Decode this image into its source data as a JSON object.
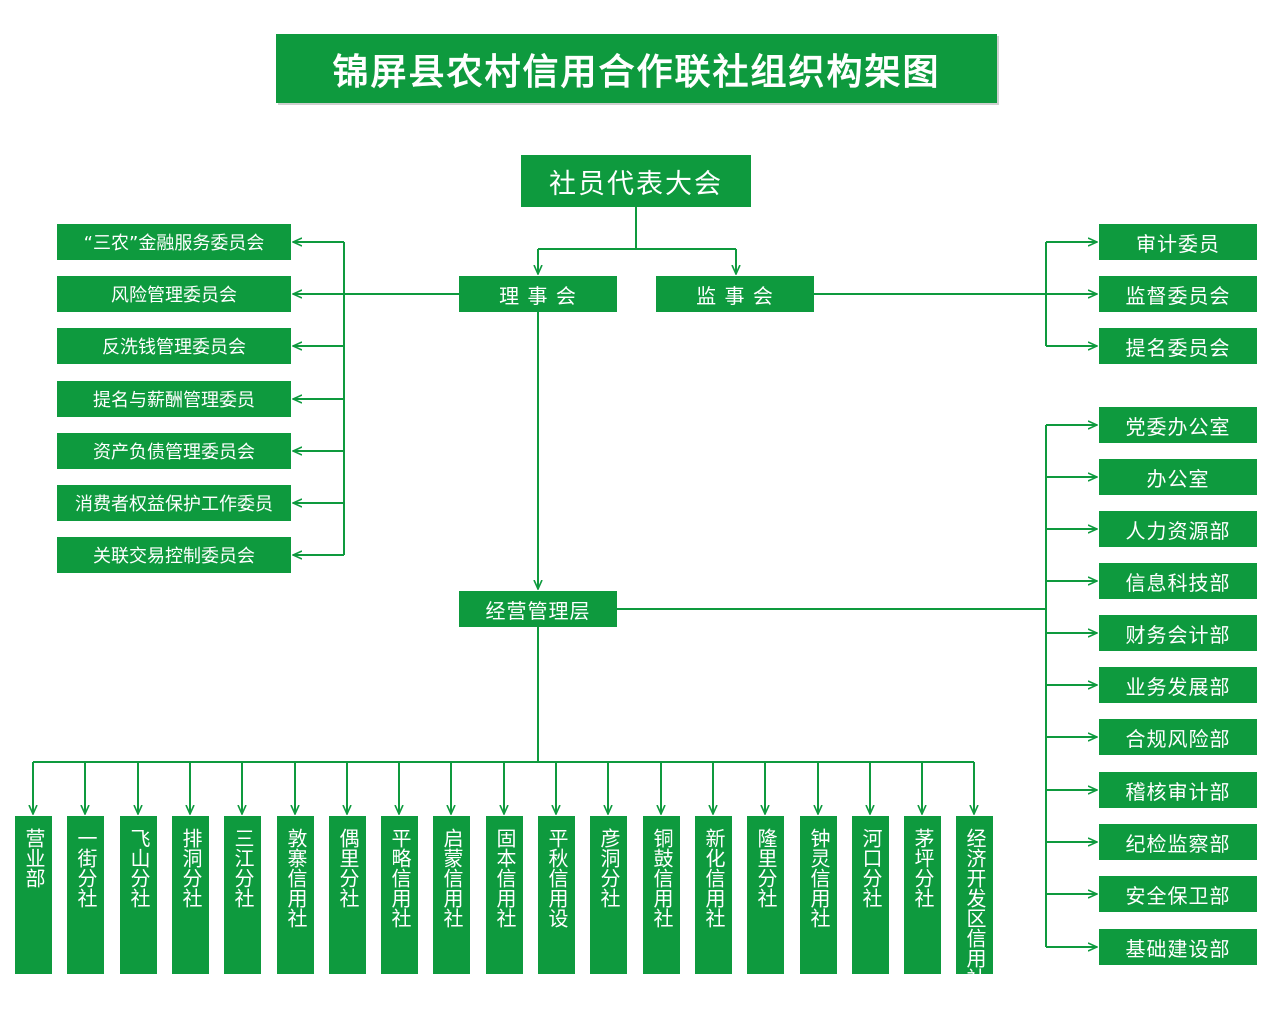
{
  "title": "锦屏县农村信用合作联社组织构架图",
  "colors": {
    "primary_green": "#0e9a3e",
    "line_green": "#0e9a3e"
  },
  "top": "社员代表大会",
  "board": "理 事 会",
  "supervisory": "监 事 会",
  "management": "经营管理层",
  "board_committees": [
    "“三农”金融服务委员会",
    "风险管理委员会",
    "反洗钱管理委员会",
    "提名与薪酬管理委员",
    "资产负债管理委员会",
    "消费者权益保护工作委员",
    "关联交易控制委员会"
  ],
  "supervisory_committees": [
    "审计委员",
    "监督委员会",
    "提名委员会"
  ],
  "departments": [
    "党委办公室",
    "办公室",
    "人力资源部",
    "信息科技部",
    "财务会计部",
    "业务发展部",
    "合规风险部",
    "稽核审计部",
    "纪检监察部",
    "安全保卫部",
    "基础建设部"
  ],
  "branches": [
    "营业部",
    "一街分社",
    "飞山分社",
    "排洞分社",
    "三江分社",
    "敦寨信用社",
    "偶里分社",
    "平略信用社",
    "启蒙信用社",
    "固本信用社",
    "平秋信用设",
    "彦洞分社",
    "铜鼓信用社",
    "新化信用社",
    "隆里分社",
    "钟灵信用社",
    "河口分社",
    "茅坪分社",
    "经济开发区信用社"
  ]
}
